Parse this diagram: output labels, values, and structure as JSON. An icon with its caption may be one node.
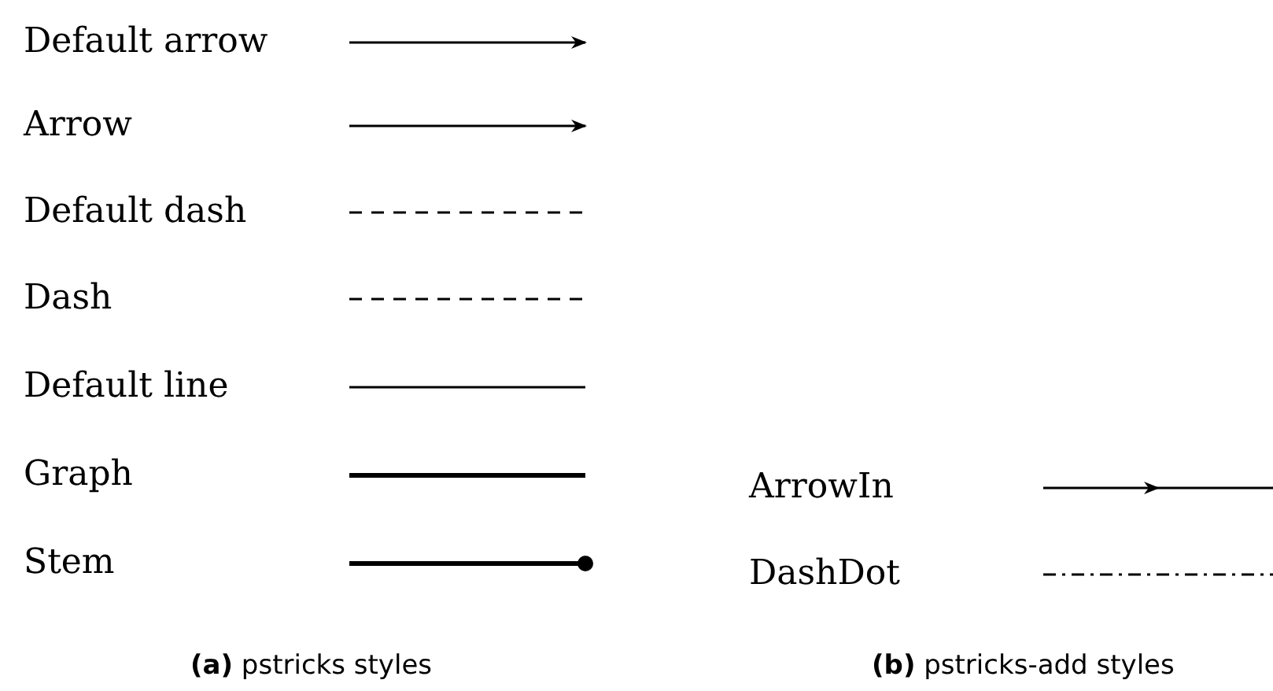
{
  "diagram": {
    "legend": [
      {
        "text": "Default arrow"
      },
      {
        "text": "Arrow"
      },
      {
        "text": "Default dash"
      },
      {
        "text": "Dash"
      },
      {
        "text": "Default line"
      },
      {
        "text": "Graph"
      },
      {
        "text": "Stem"
      },
      {
        "text": "ArrowIn"
      },
      {
        "text": "DashDot"
      }
    ],
    "labels": [
      "**(a)** pstricks styles",
      "**(b)** pstricks-add styles"
    ]
  }
}
